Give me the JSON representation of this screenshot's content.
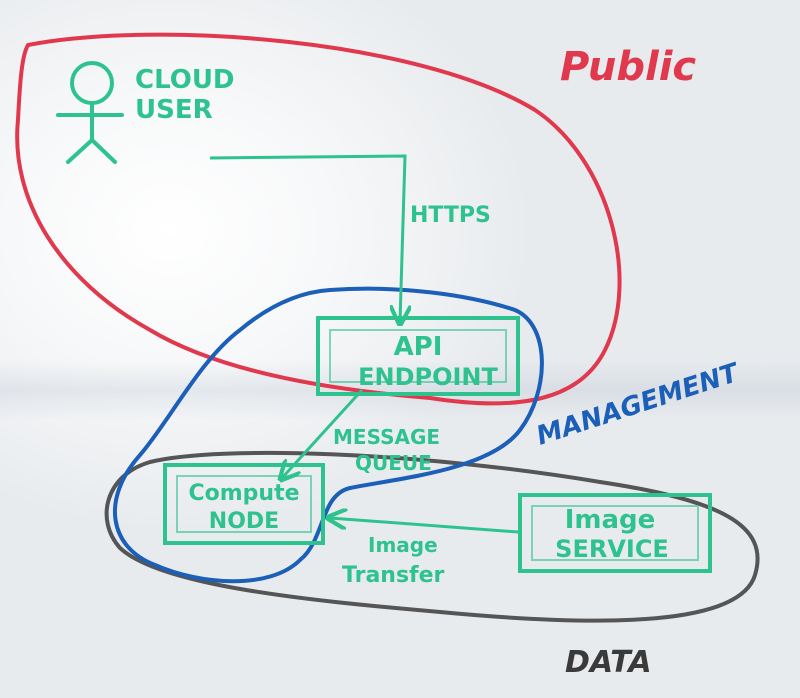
{
  "zones": {
    "public": "Public",
    "management": "MANAGEMENT",
    "data": "DATA"
  },
  "actor": {
    "line1": "CLOUD",
    "line2": "USER"
  },
  "components": {
    "api_endpoint_line1": "API",
    "api_endpoint_line2": "ENDPOINT",
    "compute_node_line1": "Compute",
    "compute_node_line2": "NODE",
    "image_service_line1": "Image",
    "image_service_line2": "SERVICE"
  },
  "connections": {
    "https": "HTTPS",
    "message_queue_line1": "MESSAGE",
    "message_queue_line2": "QUEUE",
    "image_transfer_line1": "Image",
    "image_transfer_line2": "Transfer"
  },
  "colors": {
    "public_zone": "#e0394e",
    "management_zone": "#1b5fb8",
    "data_zone": "#555555",
    "components": "#2ec28e"
  }
}
